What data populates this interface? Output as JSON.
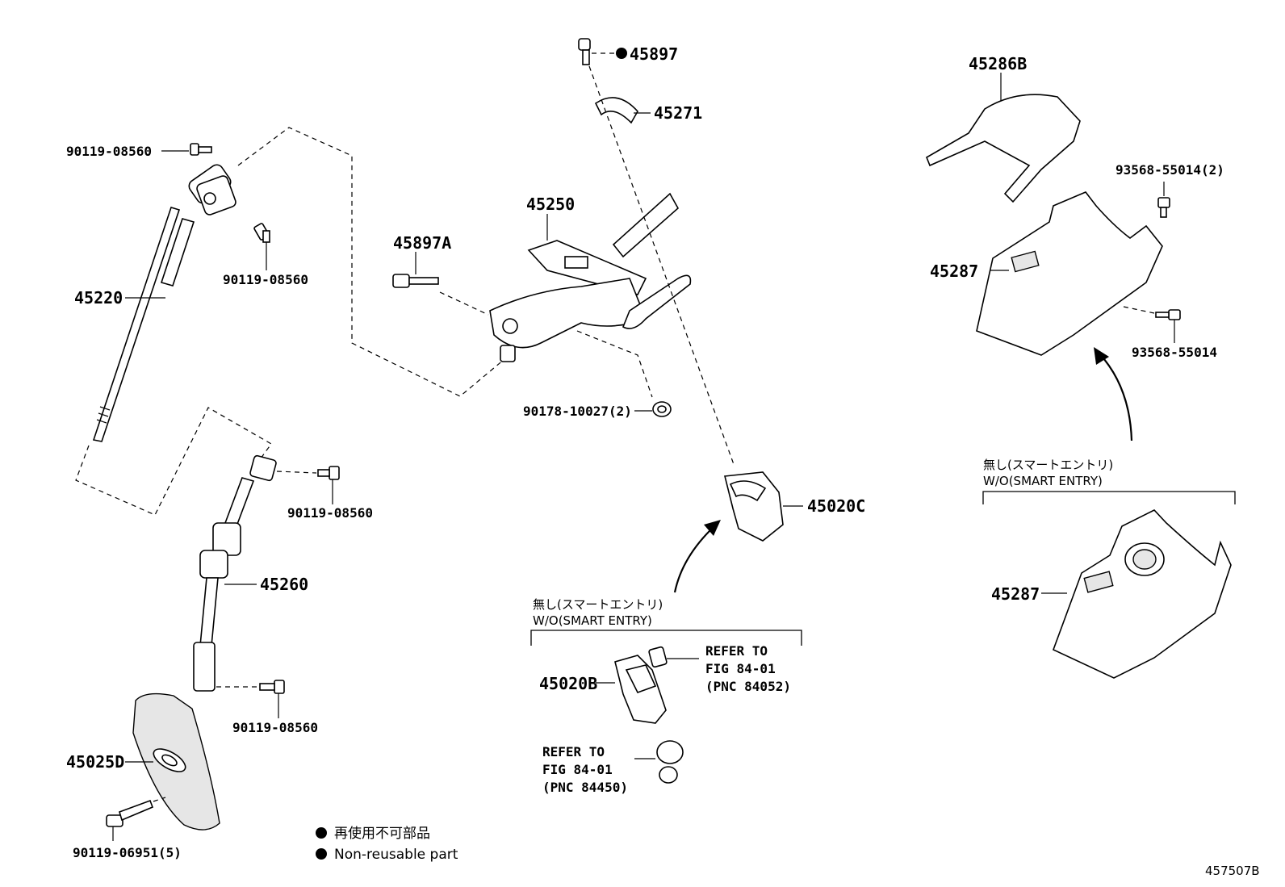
{
  "parts": {
    "p45897": "45897",
    "p45271": "45271",
    "p45250": "45250",
    "p45897A": "45897A",
    "p90178": "90178-10027(2)",
    "p45020C": "45020C",
    "p45020B": "45020B",
    "p45220": "45220",
    "p90119_a": "90119-08560",
    "p90119_b": "90119-08560",
    "p90119_c": "90119-08560",
    "p90119_d": "90119-08560",
    "p45260": "45260",
    "p45025D": "45025D",
    "p90119_06951": "90119-06951(5)",
    "p45286B": "45286B",
    "p93568_2": "93568-55014(2)",
    "p45287_top": "45287",
    "p93568": "93568-55014",
    "p45287_bottom": "45287"
  },
  "notes": {
    "wo_jp_center": "無し(スマートエントリ)",
    "wo_en_center": "W/O(SMART ENTRY)",
    "wo_jp_right": "無し(スマートエントリ)",
    "wo_en_right": "W/O(SMART ENTRY)",
    "refer1_line1": "REFER TO",
    "refer1_line2": "FIG 84-01",
    "refer1_line3": "(PNC 84052)",
    "refer2_line1": "REFER TO",
    "refer2_line2": "FIG 84-01",
    "refer2_line3": "(PNC 84450)"
  },
  "legend": {
    "jp": "再使用不可部品",
    "en": "Non-reusable part"
  },
  "figure_code": "457507B"
}
